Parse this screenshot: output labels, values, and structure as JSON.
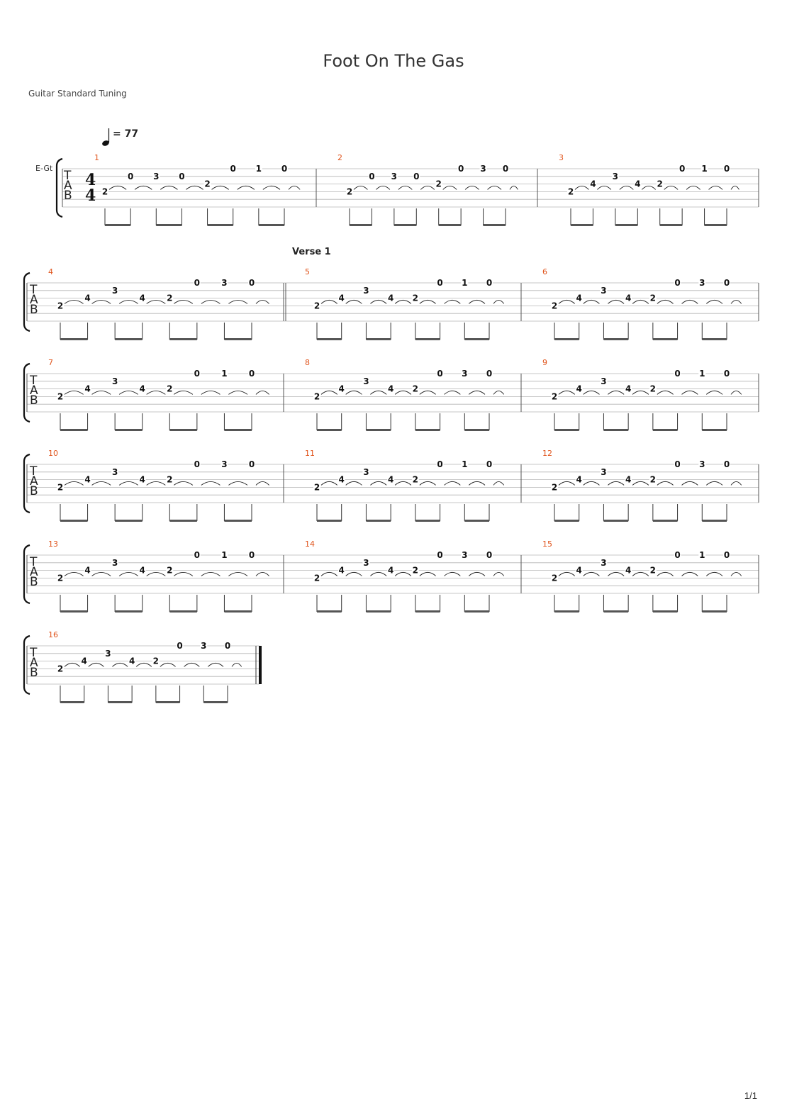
{
  "title": "Foot On The Gas",
  "tuning": "Guitar Standard Tuning",
  "instrument_label": "E-Gt",
  "tempo_label": "= 77",
  "time_signature": {
    "numerator": "4",
    "denominator": "4"
  },
  "tab_letters": [
    "T",
    "A",
    "B"
  ],
  "section_marker": {
    "text": "Verse 1",
    "measure": 5
  },
  "page_number": "1/1",
  "patterns": {
    "A": [
      {
        "s": 4,
        "f": "2"
      },
      {
        "s": 2,
        "f": "0"
      },
      {
        "s": 2,
        "f": "3"
      },
      {
        "s": 2,
        "f": "0"
      },
      {
        "s": 3,
        "f": "2"
      },
      {
        "s": 1,
        "f": "0"
      },
      {
        "s": 1,
        "f": "1"
      },
      {
        "s": 1,
        "f": "0"
      }
    ],
    "B": [
      {
        "s": 4,
        "f": "2"
      },
      {
        "s": 2,
        "f": "0"
      },
      {
        "s": 2,
        "f": "3"
      },
      {
        "s": 2,
        "f": "0"
      },
      {
        "s": 3,
        "f": "2"
      },
      {
        "s": 1,
        "f": "0"
      },
      {
        "s": 1,
        "f": "3"
      },
      {
        "s": 1,
        "f": "0"
      }
    ],
    "C": [
      {
        "s": 4,
        "f": "2"
      },
      {
        "s": 3,
        "f": "4"
      },
      {
        "s": 2,
        "f": "3"
      },
      {
        "s": 3,
        "f": "4"
      },
      {
        "s": 3,
        "f": "2"
      },
      {
        "s": 1,
        "f": "0"
      },
      {
        "s": 1,
        "f": "1"
      },
      {
        "s": 1,
        "f": "0"
      }
    ],
    "D": [
      {
        "s": 4,
        "f": "2"
      },
      {
        "s": 3,
        "f": "4"
      },
      {
        "s": 2,
        "f": "3"
      },
      {
        "s": 3,
        "f": "4"
      },
      {
        "s": 3,
        "f": "2"
      },
      {
        "s": 1,
        "f": "0"
      },
      {
        "s": 1,
        "f": "3"
      },
      {
        "s": 1,
        "f": "0"
      }
    ]
  },
  "measures": [
    {
      "number": "1",
      "pattern": "A"
    },
    {
      "number": "2",
      "pattern": "B"
    },
    {
      "number": "3",
      "pattern": "C"
    },
    {
      "number": "4",
      "pattern": "D"
    },
    {
      "number": "5",
      "pattern": "C"
    },
    {
      "number": "6",
      "pattern": "D"
    },
    {
      "number": "7",
      "pattern": "C"
    },
    {
      "number": "8",
      "pattern": "D"
    },
    {
      "number": "9",
      "pattern": "C"
    },
    {
      "number": "10",
      "pattern": "D"
    },
    {
      "number": "11",
      "pattern": "C"
    },
    {
      "number": "12",
      "pattern": "D"
    },
    {
      "number": "13",
      "pattern": "C"
    },
    {
      "number": "14",
      "pattern": "D"
    },
    {
      "number": "15",
      "pattern": "C"
    },
    {
      "number": "16",
      "pattern": "D"
    }
  ]
}
